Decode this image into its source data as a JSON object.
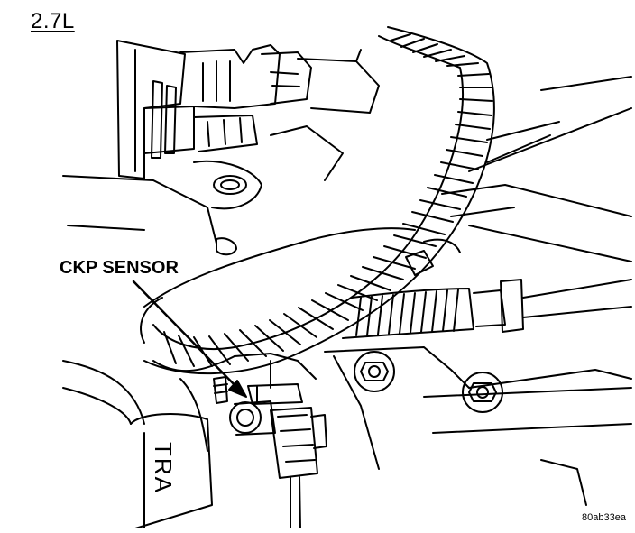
{
  "engine_label": "2.7L",
  "callout_label": "CKP SENSOR",
  "casting_text": "TRA",
  "reference_code": "80ab33ea"
}
